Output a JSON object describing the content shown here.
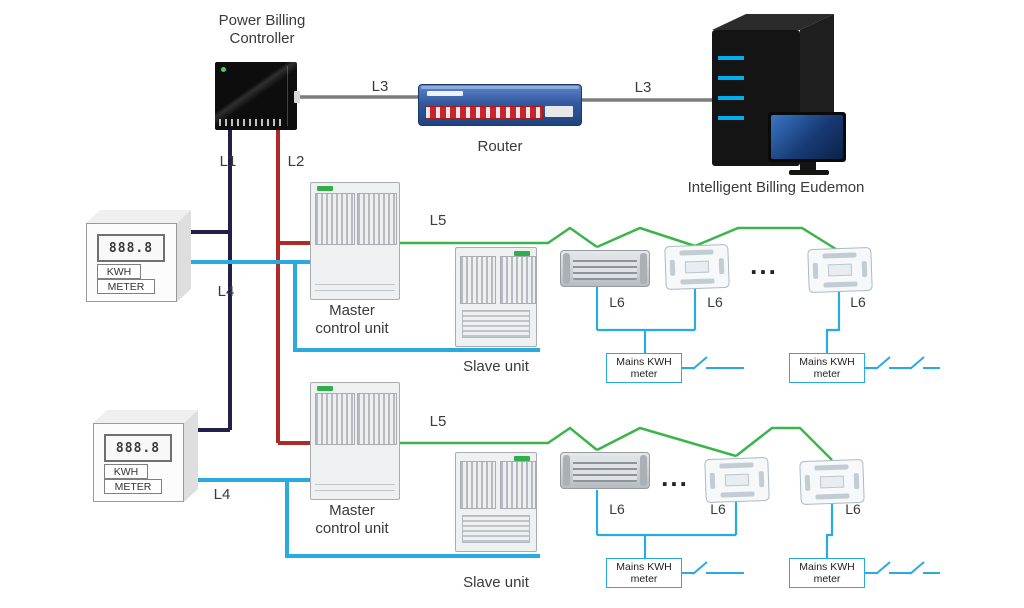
{
  "labels": {
    "controller": "Power Billing Controller",
    "router": "Router",
    "server": "Intelligent Billing Eudemon",
    "master_unit": "Master control unit",
    "slave_unit": "Slave unit",
    "kwh": "KWH",
    "meter": "METER",
    "display_value": "888.8",
    "mains_line1": "Mains KWH",
    "mains_line2": "meter",
    "ellipsis": "..."
  },
  "wire_labels": {
    "l1": "L1",
    "l2": "L2",
    "l3": "L3",
    "l4": "L4",
    "l5": "L5",
    "l6": "L6"
  },
  "colors": {
    "navy": "#20204a",
    "red": "#b02a2a",
    "cyan": "#29abe2",
    "green": "#3bb54a",
    "gray": "#7c7c7c"
  }
}
